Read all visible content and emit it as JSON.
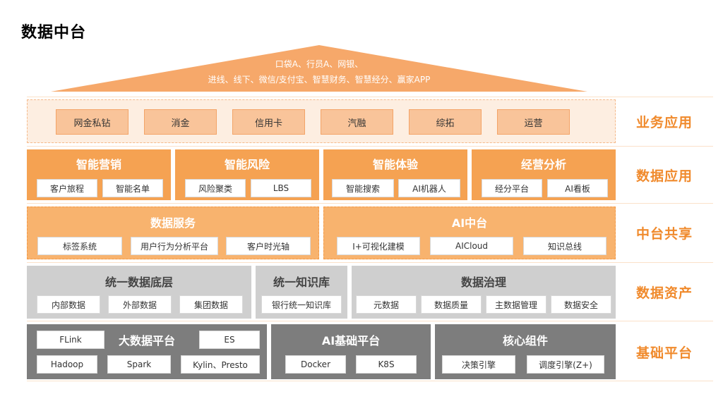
{
  "title": "数据中台",
  "roof": {
    "line1": "口袋A、行员A、网银、",
    "line2": "进线、线下、微信/支付宝、智慧财务、智慧经分、赢家APP"
  },
  "layers": {
    "biz": {
      "label": "业务应用",
      "items": [
        "网金私钻",
        "消金",
        "信用卡",
        "汽融",
        "综拓",
        "运营"
      ]
    },
    "data_app": {
      "label": "数据应用",
      "panels": [
        {
          "title": "智能营销",
          "chips": [
            "客户旅程",
            "智能名单"
          ]
        },
        {
          "title": "智能风险",
          "chips": [
            "风险聚类",
            "LBS"
          ]
        },
        {
          "title": "智能体验",
          "chips": [
            "智能搜索",
            "AI机器人"
          ]
        },
        {
          "title": "经营分析",
          "chips": [
            "经分平台",
            "AI看板"
          ]
        }
      ]
    },
    "middle": {
      "label": "中台共享",
      "panels": [
        {
          "title": "数据服务",
          "chips": [
            "标签系统",
            "用户行为分析平台",
            "客户时光轴"
          ]
        },
        {
          "title": "AI中台",
          "chips": [
            "I+可视化建模",
            "AICloud",
            "知识总线"
          ]
        }
      ]
    },
    "assets": {
      "label": "数据资产",
      "panels": [
        {
          "title": "统一数据底层",
          "chips": [
            "内部数据",
            "外部数据",
            "集团数据"
          ]
        },
        {
          "title": "统一知识库",
          "chips": [
            "银行统一知识库"
          ]
        },
        {
          "title": "数据治理",
          "chips": [
            "元数据",
            "数据质量",
            "主数据管理",
            "数据安全"
          ]
        }
      ]
    },
    "base": {
      "label": "基础平台",
      "panels": [
        {
          "title": "大数据平台",
          "chips": [
            "FLink",
            "ES",
            "Hadoop",
            "Spark",
            "Kylin、Presto"
          ]
        },
        {
          "title": "AI基础平台",
          "chips": [
            "Docker",
            "K8S"
          ]
        },
        {
          "title": "核心组件",
          "chips": [
            "决策引擎",
            "调度引擎(Z+)"
          ]
        }
      ]
    }
  },
  "colors": {
    "accent": "#f08a2c",
    "orange": "#f5a252",
    "orange_light": "#f8b36e",
    "grey": "#cfcfcf",
    "dark_grey": "#7d7d7d"
  }
}
